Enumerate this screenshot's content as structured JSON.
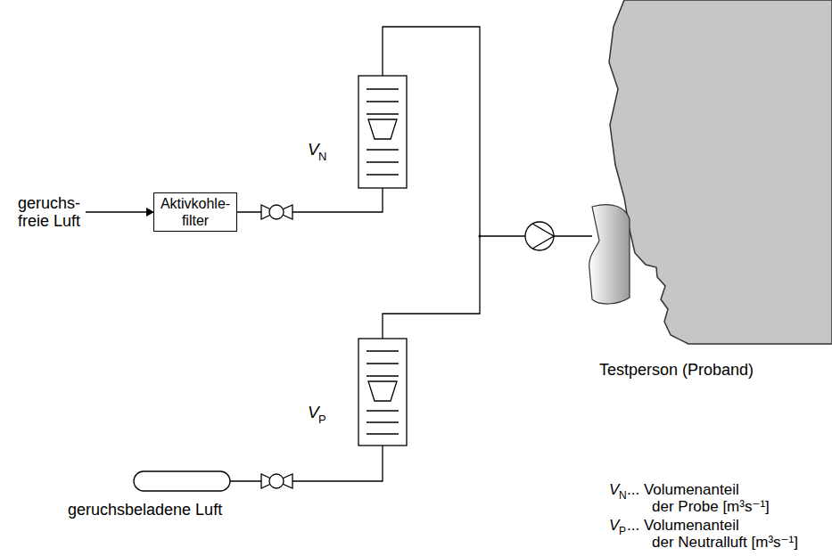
{
  "diagram": {
    "nodes": [
      {
        "text": [
          "Aktivkohle- filter"
        ]
      }
    ],
    "labels": [
      "geruchs- freie Luft",
      "V",
      "N",
      "V",
      "P",
      "geruchsbeladene Luft",
      "Testperson (Proband)",
      "V",
      "N",
      "... Volumenanteil der Probe [m³s⁻¹]",
      "V",
      "P",
      "... Volumenanteil der Neutralluft [m³s⁻¹]"
    ]
  }
}
